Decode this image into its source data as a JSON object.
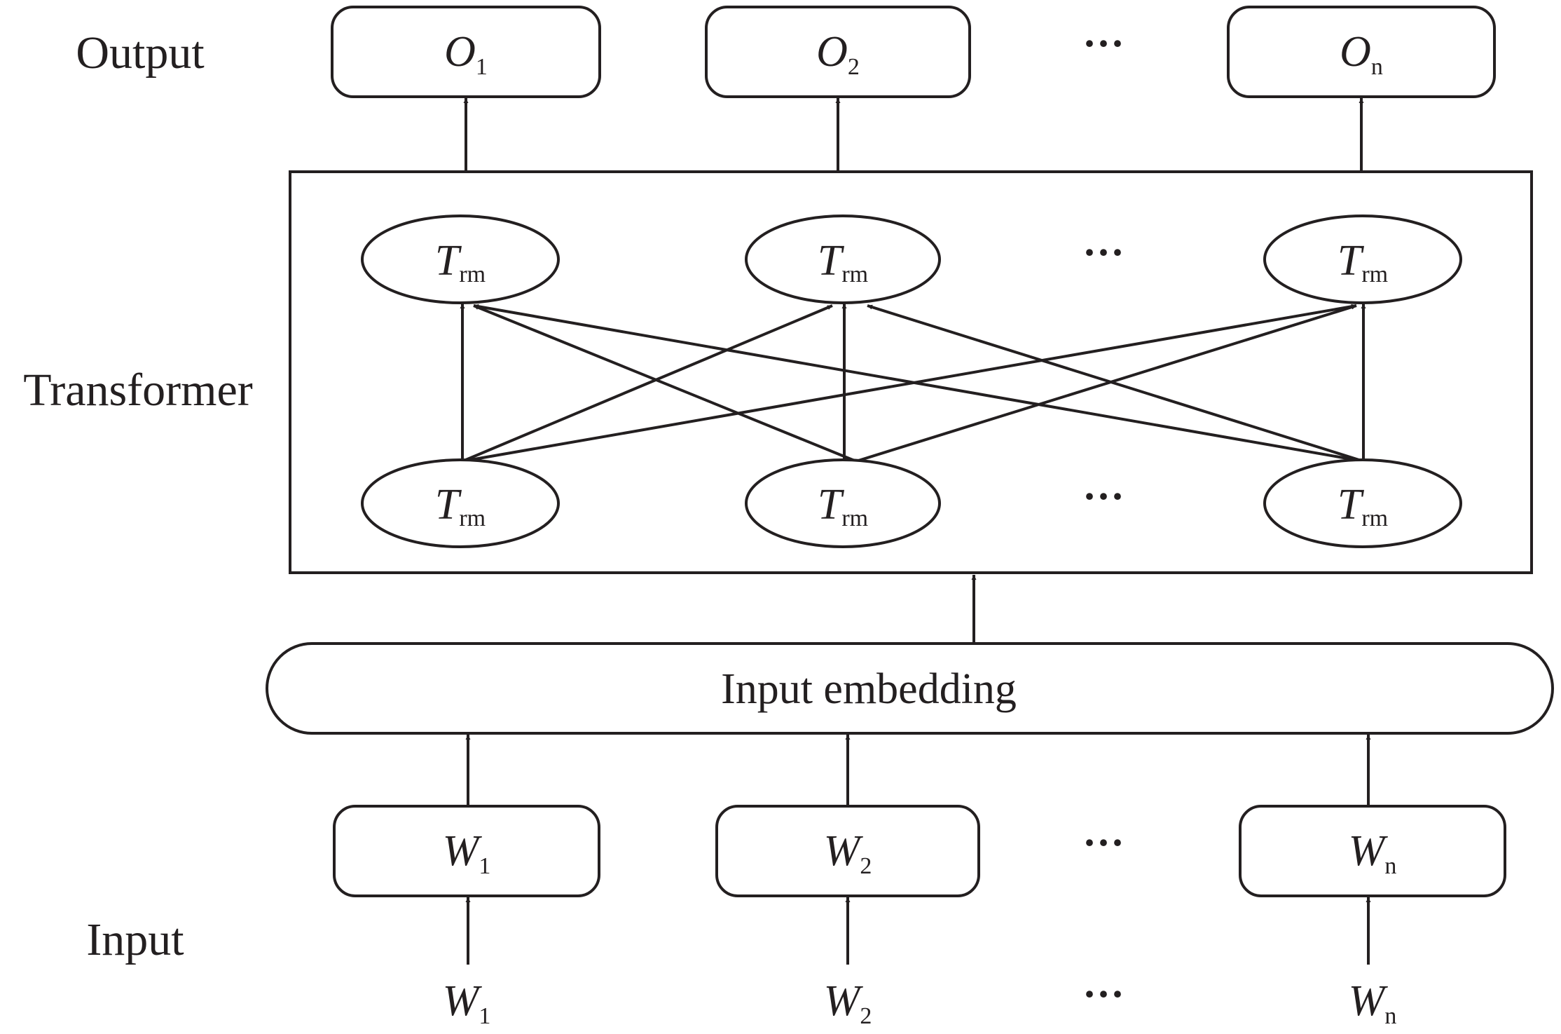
{
  "labels": {
    "output": "Output",
    "transformer": "Transformer",
    "input": "Input",
    "input_embedding": "Input embedding",
    "ellipsis": "···"
  },
  "outputs": [
    {
      "base": "O",
      "sub": "1"
    },
    {
      "base": "O",
      "sub": "2"
    },
    {
      "base": "O",
      "sub": "n"
    }
  ],
  "trm_top": [
    {
      "base": "T",
      "sub": "rm"
    },
    {
      "base": "T",
      "sub": "rm"
    },
    {
      "base": "T",
      "sub": "rm"
    }
  ],
  "trm_bottom": [
    {
      "base": "T",
      "sub": "rm"
    },
    {
      "base": "T",
      "sub": "rm"
    },
    {
      "base": "T",
      "sub": "rm"
    }
  ],
  "word_boxes": [
    {
      "base": "W",
      "sub": "1"
    },
    {
      "base": "W",
      "sub": "2"
    },
    {
      "base": "W",
      "sub": "n"
    }
  ],
  "words": [
    {
      "base": "W",
      "sub": "1"
    },
    {
      "base": "W",
      "sub": "2"
    },
    {
      "base": "W",
      "sub": "n"
    }
  ],
  "colors": {
    "line": "#231f20",
    "background": "#ffffff"
  }
}
